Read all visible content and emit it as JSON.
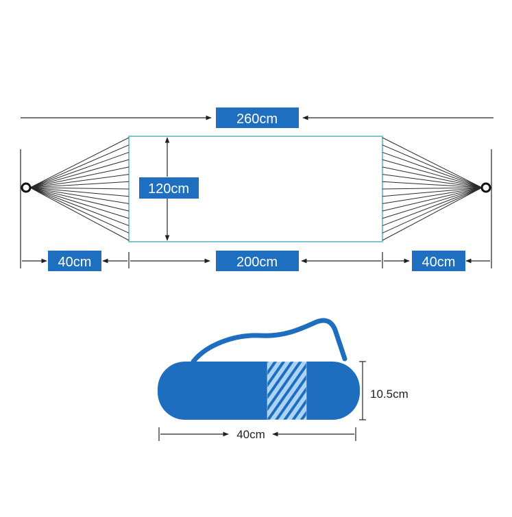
{
  "hammock": {
    "total_length": "260cm",
    "width": "120cm",
    "bed_length": "200cm",
    "left_rope_length": "40cm",
    "right_rope_length": "40cm"
  },
  "bag": {
    "length": "40cm",
    "height": "10.5cm"
  },
  "colors": {
    "label_bg": "#1e6fc0",
    "label_text": "#ffffff",
    "bed_outline": "#7fc3cf",
    "bag_body": "#1f6dbf",
    "bag_panel": "#5aa9e6",
    "line": "#222222"
  }
}
